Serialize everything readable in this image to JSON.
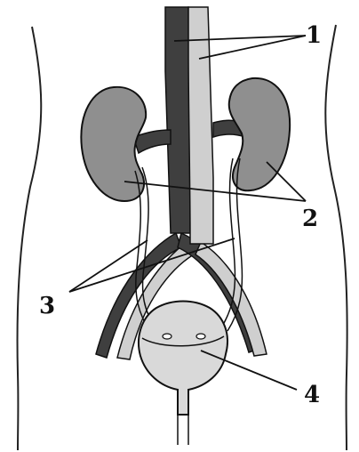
{
  "labels": {
    "label_1": "1",
    "label_2": "2",
    "label_3": "3",
    "label_4": "4"
  },
  "colors": {
    "outline": "#111111",
    "vein_dark": "#3f3f3f",
    "organ_mid": "#8f8f8f",
    "vessel_light": "#cfcfcf",
    "bladder_fill": "#d9d9d9",
    "background": "#ffffff"
  }
}
